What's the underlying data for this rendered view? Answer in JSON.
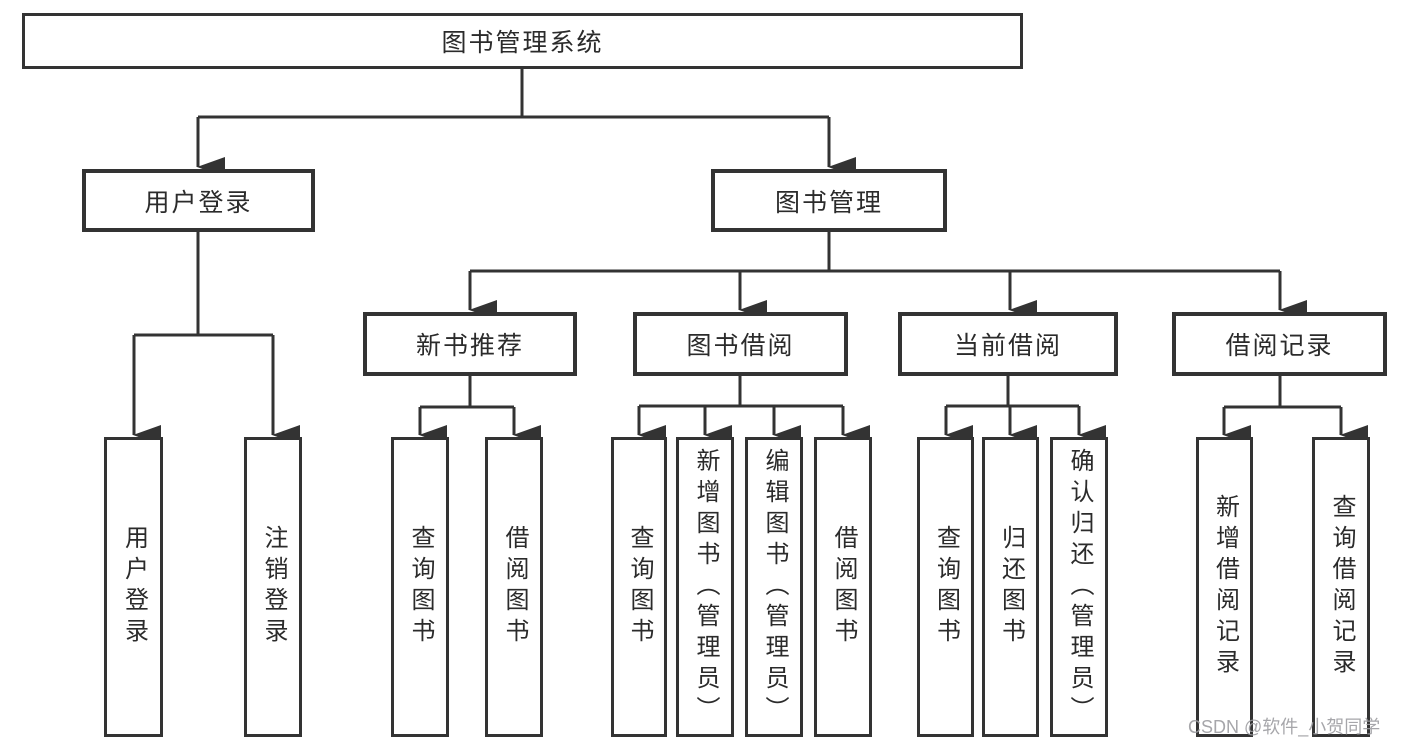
{
  "diagram": {
    "nodes": {
      "root": "图书管理系统",
      "user_login": "用户登录",
      "book_management": "图书管理",
      "new_book_recommend": "新书推荐",
      "book_borrow": "图书借阅",
      "current_borrow": "当前借阅",
      "borrow_record": "借阅记录",
      "leaf_user_login": "用户登录",
      "leaf_logout": "注销登录",
      "leaf_query_book_recommend": "查询图书",
      "leaf_borrow_book_recommend": "借阅图书",
      "leaf_query_book_borrow": "查询图书",
      "leaf_add_book_admin": "新增图书（管理员）",
      "leaf_edit_book_admin": "编辑图书（管理员）",
      "leaf_borrow_book_borrow": "借阅图书",
      "leaf_query_book_current": "查询图书",
      "leaf_return_book": "归还图书",
      "leaf_confirm_return_admin": "确认归还（管理员）",
      "leaf_add_borrow_record": "新增借阅记录",
      "leaf_query_borrow_record": "查询借阅记录"
    },
    "edges": [
      {
        "from": "图书管理系统",
        "to": [
          "用户登录",
          "图书管理"
        ]
      },
      {
        "from": "用户登录",
        "to": [
          "用户登录",
          "注销登录"
        ]
      },
      {
        "from": "图书管理",
        "to": [
          "新书推荐",
          "图书借阅",
          "当前借阅",
          "借阅记录"
        ]
      },
      {
        "from": "新书推荐",
        "to": [
          "查询图书",
          "借阅图书"
        ]
      },
      {
        "from": "图书借阅",
        "to": [
          "查询图书",
          "新增图书（管理员）",
          "编辑图书（管理员）",
          "借阅图书"
        ]
      },
      {
        "from": "当前借阅",
        "to": [
          "查询图书",
          "归还图书",
          "确认归还（管理员）"
        ]
      },
      {
        "from": "借阅记录",
        "to": [
          "新增借阅记录",
          "查询借阅记录"
        ]
      }
    ]
  },
  "watermark": "CSDN @软件_小贺同学",
  "colors": {
    "line": "#333333",
    "box_border": "#333333",
    "text": "#2b2b2b",
    "watermark": "#9d9da1",
    "background": "#ffffff"
  }
}
